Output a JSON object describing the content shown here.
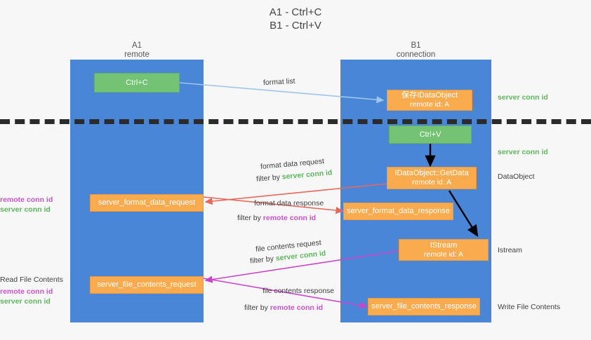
{
  "title": {
    "line1": "A1 - Ctrl+C",
    "line2": "B1 - Ctrl+V"
  },
  "lanes": [
    {
      "name": "A1",
      "sub": "remote"
    },
    {
      "name": "B1",
      "sub": "connection"
    }
  ],
  "boxes": {
    "ctrl_c": "Ctrl+C",
    "ctrl_v": "Ctrl+V",
    "idataobject_l1": "保存IDataObject",
    "idataobject_l2": "remote id: A",
    "getdata_l1": "IDataObject::GetData",
    "getdata_l2": "remote id: A",
    "istream_l1": "IStream",
    "istream_l2": "remote id: A",
    "server_format_data_request": "server_format_data_request",
    "server_format_data_response": "server_format_data_response",
    "server_file_contents_request": "server_file_contents_request",
    "server_file_contents_response": "server_file_contents_response"
  },
  "arrow_labels": {
    "format_list": "format list",
    "format_data_request": "format data request",
    "format_data_response": "format data response",
    "file_contents_request": "file contents request",
    "file_contents_response": "file contents response",
    "filter_by": "filter by",
    "server_conn_id": "server conn id",
    "remote_conn_id": "remote conn id"
  },
  "side_labels": {
    "left_mid_remote": "remote conn id",
    "left_mid_server": "server conn id",
    "read_file_contents": "Read File Contents",
    "left_low_remote": "remote conn id",
    "left_low_server": "server conn id",
    "right_server_top": "server conn id",
    "right_server_second": "server conn id",
    "right_dataobject": "DataObject",
    "right_istream": "Istream",
    "right_write_file_contents": "Write File Contents"
  },
  "colors": {
    "lane": "#4a86d8",
    "green_box": "#74c274",
    "orange_box": "#f9ab4e",
    "green_text": "#5cb85c",
    "magenta_text": "#c755c7",
    "arrow_blue": "#9dc6ea",
    "arrow_red": "#e8675a",
    "arrow_magenta": "#cc44cc",
    "arrow_black": "#000000",
    "divider": "#2b2b2b",
    "background": "#f7f7f7"
  }
}
